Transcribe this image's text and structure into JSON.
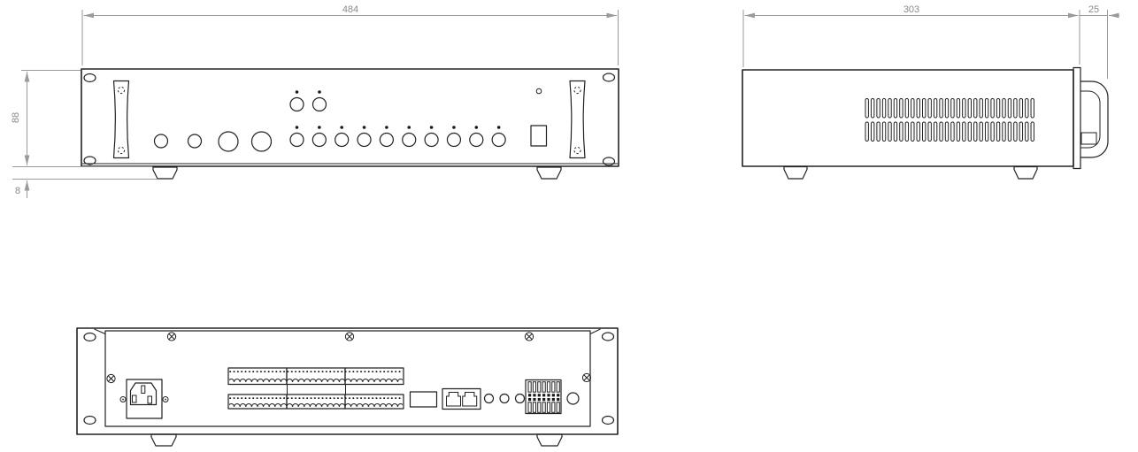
{
  "drawing": {
    "type": "technical-drawing",
    "subject": "2U rack-mount amplifier - front, side and rear orthographic views",
    "colors": {
      "line": "#222222",
      "dimension_line": "#9a9a9a",
      "dimension_text": "#8a8a8a",
      "background": "#ffffff"
    },
    "views": {
      "front": {
        "dimensions": {
          "width": "484",
          "height": "88",
          "foot_height": "8"
        },
        "components": {
          "rack_slots": 4,
          "handles": 2,
          "handle_screws": 4,
          "small_knobs": 2,
          "large_knobs": 2,
          "upper_knobs": 2,
          "channel_knobs": 10,
          "led": 1,
          "power_switch": 1,
          "feet": 2
        }
      },
      "side": {
        "dimensions": {
          "depth": "303",
          "handle_depth": "25"
        },
        "components": {
          "vent_rows": 2,
          "vent_slots_per_row": 30,
          "feet": 2
        }
      },
      "rear": {
        "components": {
          "rack_slots": 4,
          "panel_screws": 5,
          "power_inlet": 1,
          "power_inlet_screws": 2,
          "terminal_columns": 3,
          "terminal_rows": 2,
          "blank_plate": 1,
          "network_ports": 2,
          "round_connectors": 3,
          "phoenix_positions": 7,
          "cable_gland": 1,
          "feet": 2
        }
      }
    }
  }
}
